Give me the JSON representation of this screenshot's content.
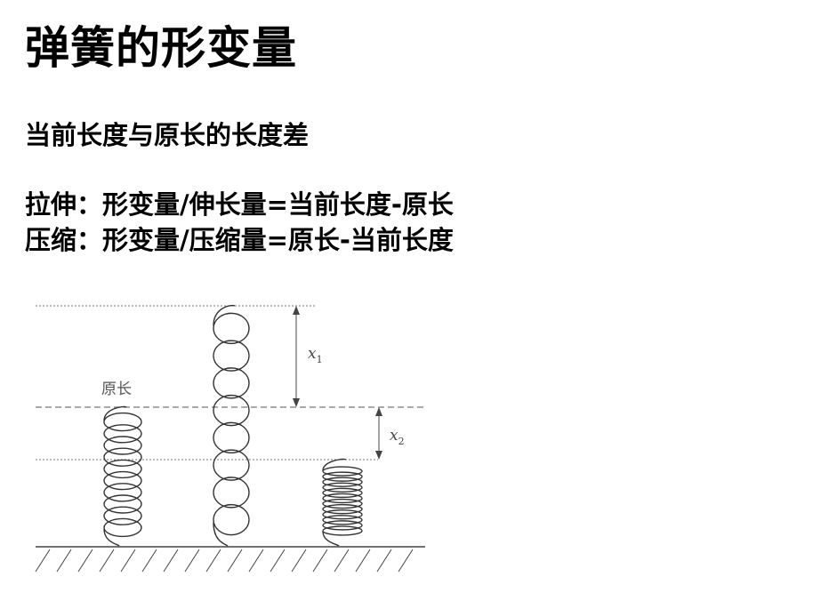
{
  "slide": {
    "title": "弹簧的形变量",
    "definition": "当前长度与原长的长度差",
    "formula_stretch": "拉伸：形变量/伸长量=当前长度-原长",
    "formula_compress": "压缩：形变量/压缩量=原长-当前长度"
  },
  "figure": {
    "original_length_label": "原长",
    "x1_var": "x",
    "x1_sub": "1",
    "x2_var": "x",
    "x2_sub": "2"
  }
}
